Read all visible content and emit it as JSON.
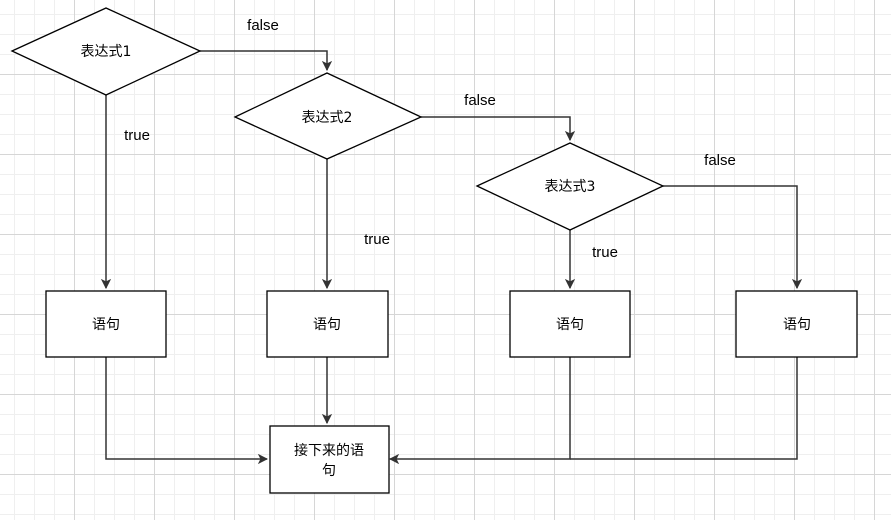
{
  "nodes": {
    "cond1": "表达式1",
    "cond2": "表达式2",
    "cond3": "表达式3",
    "stmt1": "语句",
    "stmt2": "语句",
    "stmt3": "语句",
    "stmt4": "语句",
    "next_line1": "接下来的语",
    "next_line2": "句"
  },
  "edge_labels": {
    "cond1_false": "false",
    "cond1_true": "true",
    "cond2_false": "false",
    "cond2_true": "true",
    "cond3_false": "false",
    "cond3_true": "true"
  },
  "colors": {
    "stroke": "#000000",
    "edge": "#333333",
    "fill": "#ffffff"
  }
}
